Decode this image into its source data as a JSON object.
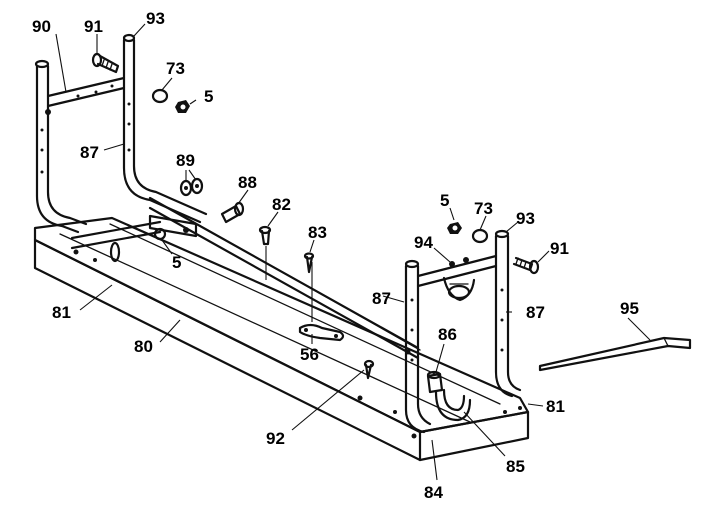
{
  "callouts": [
    {
      "id": "c90a",
      "text": "90"
    },
    {
      "id": "c91a",
      "text": "91"
    },
    {
      "id": "c93a",
      "text": "93"
    },
    {
      "id": "c73a",
      "text": "73"
    },
    {
      "id": "c5a",
      "text": "5"
    },
    {
      "id": "c87a",
      "text": "87"
    },
    {
      "id": "c89",
      "text": "89"
    },
    {
      "id": "c88",
      "text": "88"
    },
    {
      "id": "c82",
      "text": "82"
    },
    {
      "id": "c83",
      "text": "83"
    },
    {
      "id": "c5b",
      "text": "5"
    },
    {
      "id": "c5c",
      "text": "5"
    },
    {
      "id": "c73b",
      "text": "73"
    },
    {
      "id": "c93b",
      "text": "93"
    },
    {
      "id": "c94",
      "text": "94"
    },
    {
      "id": "c91b",
      "text": "91"
    },
    {
      "id": "c87b",
      "text": "87"
    },
    {
      "id": "c87c",
      "text": "87"
    },
    {
      "id": "c95",
      "text": "95"
    },
    {
      "id": "c81a",
      "text": "81"
    },
    {
      "id": "c80",
      "text": "80"
    },
    {
      "id": "c56",
      "text": "56"
    },
    {
      "id": "c86",
      "text": "86"
    },
    {
      "id": "c81b",
      "text": "81"
    },
    {
      "id": "c92",
      "text": "92"
    },
    {
      "id": "c85",
      "text": "85"
    },
    {
      "id": "c84",
      "text": "84"
    }
  ]
}
